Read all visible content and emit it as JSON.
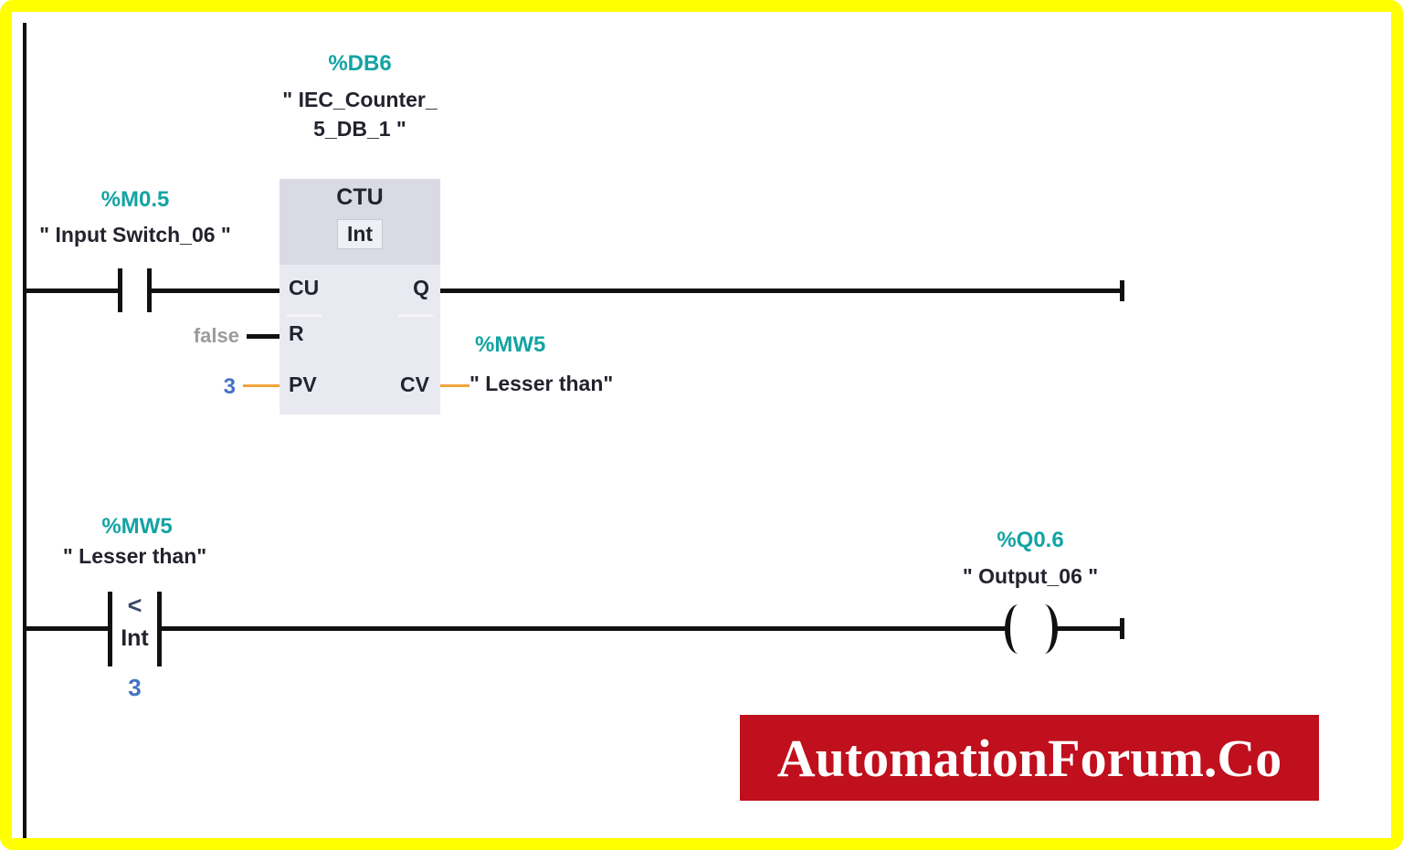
{
  "colors": {
    "accent_teal": "#14a3a3",
    "wire_orange": "#f0a43c",
    "value_blue": "#4472c4",
    "banner_red": "#c00f1d",
    "frame_yellow": "#ffff00"
  },
  "network1": {
    "db": {
      "address": "%DB6",
      "name_line1": "\" IEC_Counter_",
      "name_line2": "5_DB_1 \""
    },
    "contact": {
      "address": "%M0.5",
      "name": "\" Input Switch_06 \""
    },
    "block": {
      "title": "CTU",
      "type": "Int",
      "ports": {
        "cu": "CU",
        "r": "R",
        "pv": "PV",
        "q": "Q",
        "cv": "CV"
      },
      "r_value": "false",
      "pv_value": "3"
    },
    "cv_operand": {
      "address": "%MW5",
      "name": "\" Lesser than\""
    }
  },
  "network2": {
    "comparator": {
      "address": "%MW5",
      "name": "\" Lesser than\"",
      "operator": "<",
      "type": "Int",
      "value": "3"
    },
    "coil": {
      "address": "%Q0.6",
      "name": "\" Output_06 \""
    }
  },
  "watermark": {
    "text": "AutomationForum.Co"
  }
}
